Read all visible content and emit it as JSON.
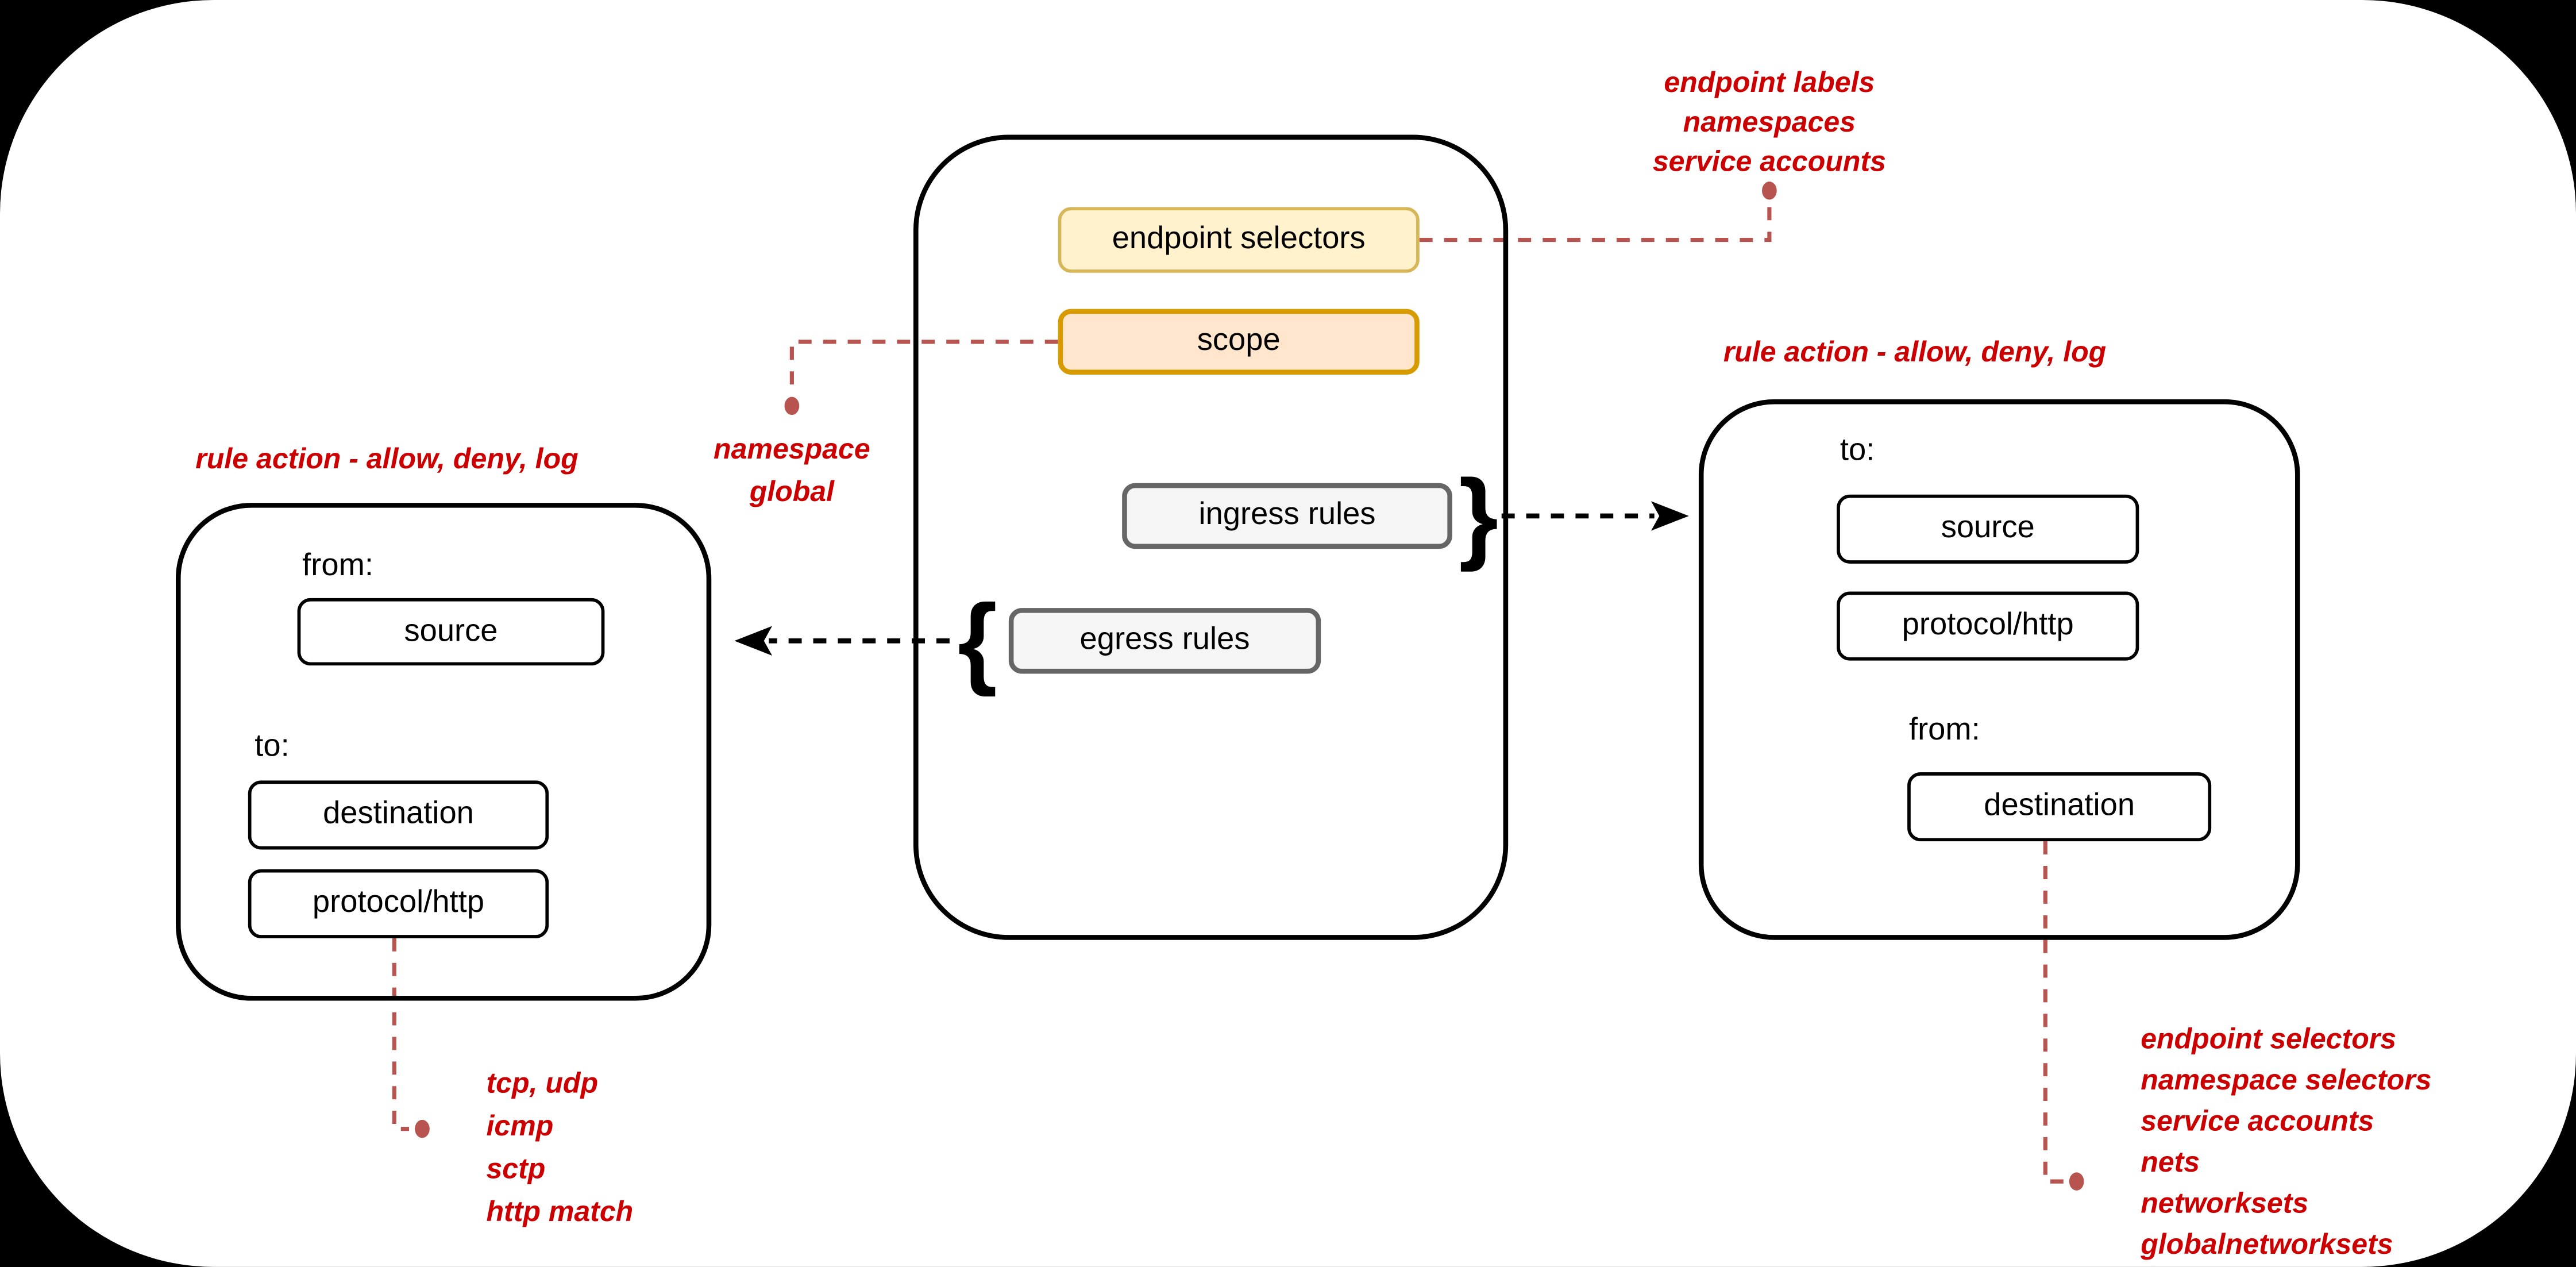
{
  "central_policy": {
    "endpoint_selectors": "endpoint selectors",
    "scope": "scope",
    "ingress_rules": "ingress rules",
    "egress_rules": "egress rules",
    "brace_open": "{",
    "brace_close": "}"
  },
  "egress_detail": {
    "title": "rule action - allow, deny, log",
    "from_label": "from:",
    "source": "source",
    "to_label": "to:",
    "destination": "destination",
    "protocol": "protocol/http"
  },
  "ingress_detail": {
    "title": "rule action - allow, deny, log",
    "to_label": "to:",
    "source": "source",
    "protocol": "protocol/http",
    "from_label": "from:",
    "destination": "destination"
  },
  "notes": {
    "endpoint_selectors_note": [
      "endpoint labels",
      "namespaces",
      "service accounts"
    ],
    "scope_note": [
      "namespace",
      "global"
    ],
    "protocol_note": [
      "tcp, udp",
      "icmp",
      "sctp",
      "http match"
    ],
    "destination_note": [
      "endpoint selectors",
      "namespace selectors",
      "service accounts",
      "nets",
      "networksets",
      "globalnetworksets"
    ]
  },
  "colors": {
    "annotation_red": "#CC0000",
    "connector_red": "#B85450",
    "yellow_fill": "#FFF2CC",
    "yellow_stroke": "#D6B656",
    "orange_fill": "#FFE6CC",
    "orange_stroke": "#D79B00",
    "gray_fill": "#F5F5F5",
    "gray_stroke": "#666666"
  }
}
